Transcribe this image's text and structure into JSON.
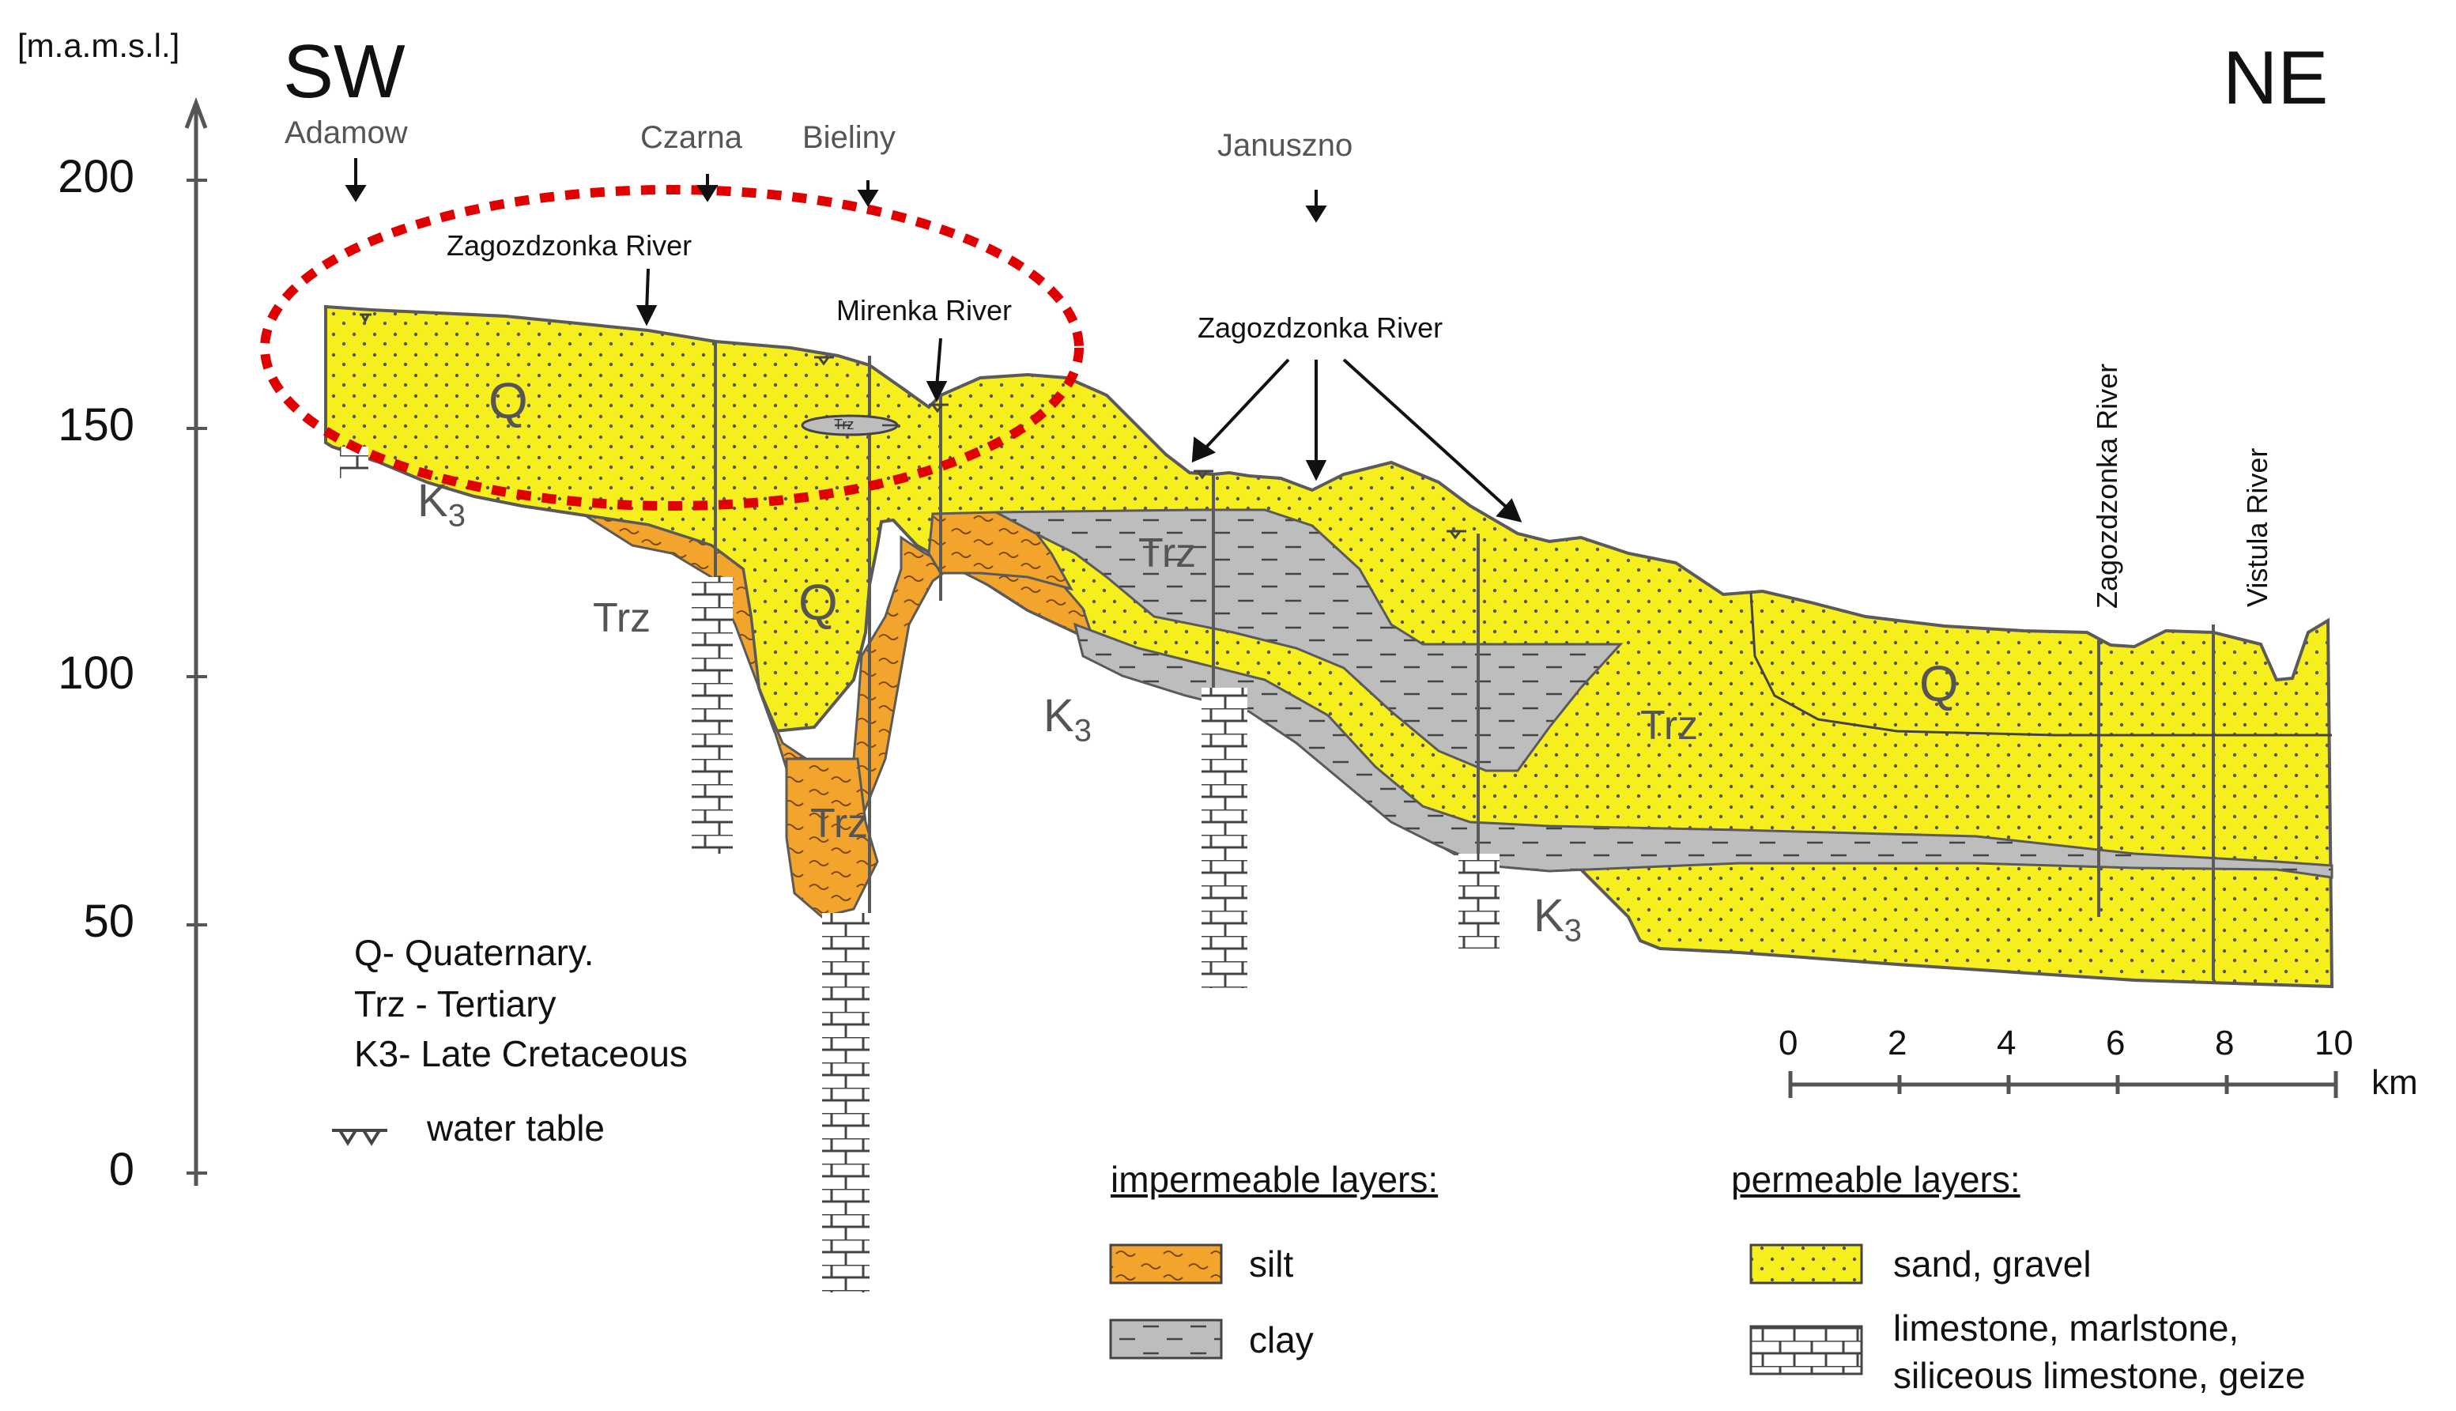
{
  "axis": {
    "unit": "[m.a.m.s.l.]",
    "ticks": [
      "200",
      "150",
      "100",
      "50",
      "0"
    ]
  },
  "directions": {
    "left": "SW",
    "right": "NE"
  },
  "towns": {
    "adamow": "Adamow",
    "czarna": "Czarna",
    "bieliny": "Bieliny",
    "januszno": "Januszno"
  },
  "rivers": {
    "zagozdzonka_1": "Zagozdzonka River",
    "mirenka": "Mirenka River",
    "zagozdzonka_2": "Zagozdzonka River",
    "zagozdzonka_vertical": "Zagozdzonka River",
    "vistula_vertical": "Vistula River"
  },
  "layer_labels": {
    "q_left": "Q",
    "q_mid": "Q",
    "q_right": "Q",
    "k3_left": "K",
    "k3_left_sub": "3",
    "k3_mid": "K",
    "k3_mid_sub": "3",
    "k3_right": "K",
    "k3_right_sub": "3",
    "trz_left": "Trz",
    "trz_channel": "Trz",
    "trz_clay": "Trz",
    "trz_right": "Trz",
    "lens": "Trz"
  },
  "legend": {
    "q": "Q- Quaternary.",
    "trz": "Trz - Tertiary",
    "k3": "K3- Late Cretaceous",
    "water_table": "water table"
  },
  "impermeable": {
    "heading": "impermeable layers:",
    "silt": "silt",
    "clay": "clay"
  },
  "permeable": {
    "heading": "permeable layers:",
    "sand": "sand, gravel",
    "limestone_line1": "limestone, marlstone,",
    "limestone_line2": "siliceous limestone, geize"
  },
  "scale": {
    "ticks": [
      "0",
      "2",
      "4",
      "6",
      "8",
      "10"
    ],
    "unit": "km"
  },
  "colors": {
    "quaternary": "#f7ee1e",
    "tertiary_silt": "#f2a42c",
    "clay": "#bdbdbd",
    "outline": "#5a5a5a",
    "highlight": "#e00000"
  }
}
